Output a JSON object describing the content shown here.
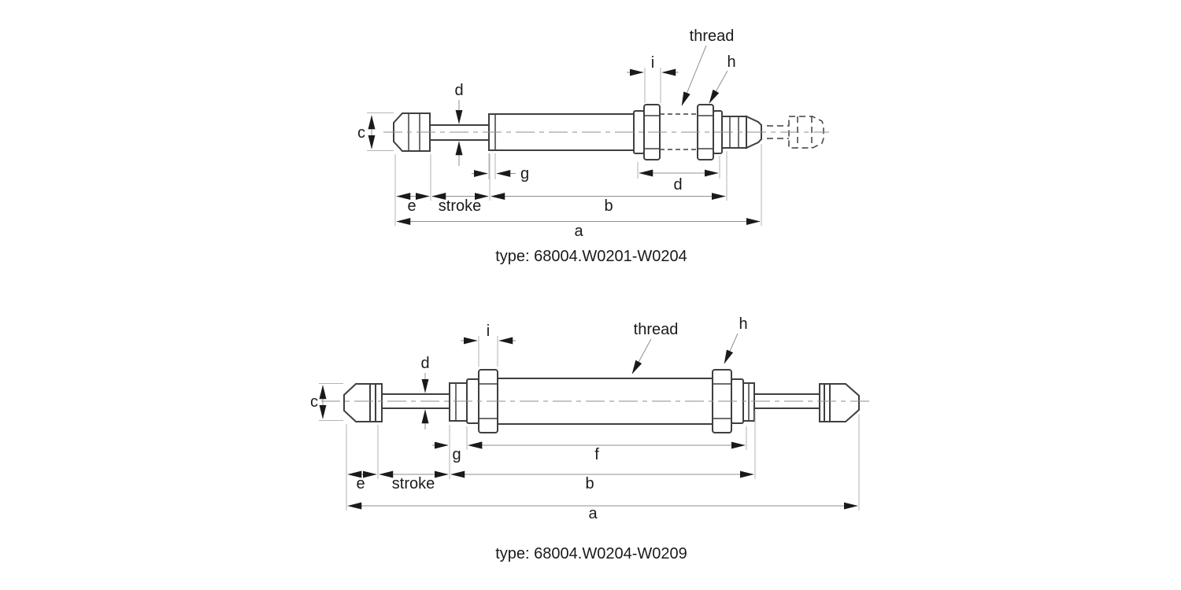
{
  "colors": {
    "background": "#ffffff",
    "outline": "#3f3f3f",
    "dimension_lines": "#8f8f8f",
    "extension_lines": "#b3b3b3",
    "arrowheads": "#1a1a1a",
    "text": "#1a1a1a"
  },
  "top_drawing": {
    "caption": "type: 68004.W0201-W0204",
    "labels": {
      "thread": "thread",
      "i": "i",
      "h": "h",
      "d_rod": "d",
      "c": "c",
      "g": "g",
      "d_thread": "d",
      "e": "e",
      "stroke": "stroke",
      "b": "b",
      "a": "a"
    }
  },
  "bottom_drawing": {
    "caption": "type: 68004.W0204-W0209",
    "labels": {
      "i": "i",
      "thread": "thread",
      "h": "h",
      "d_rod": "d",
      "c": "c",
      "g": "g",
      "f": "f",
      "e": "e",
      "stroke": "stroke",
      "b": "b",
      "a": "a"
    }
  }
}
